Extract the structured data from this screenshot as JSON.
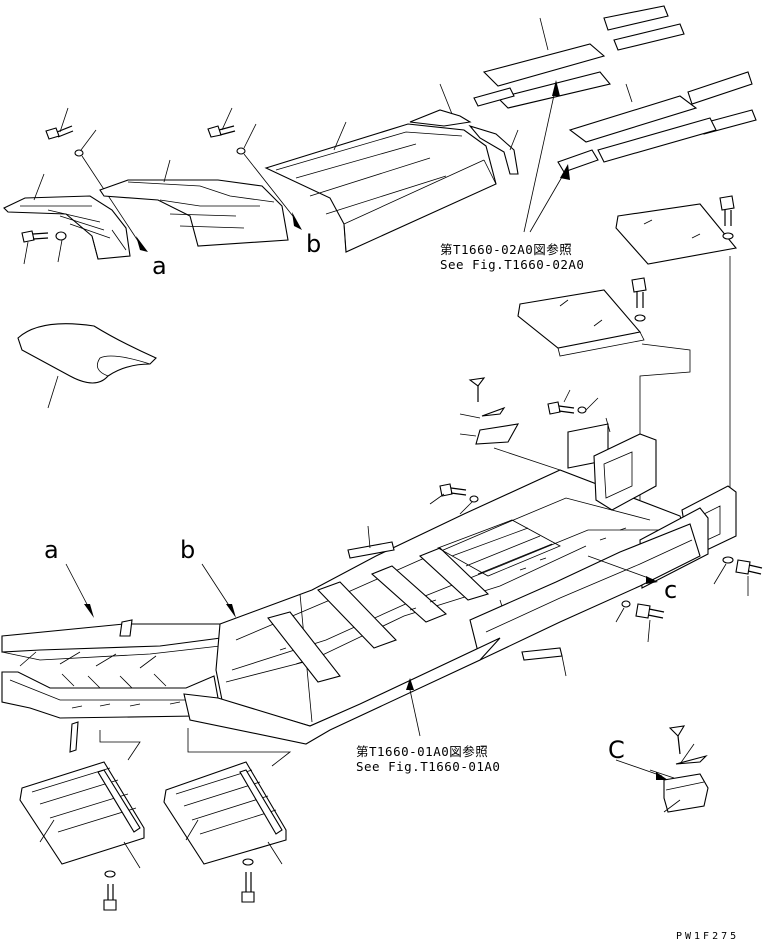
{
  "callouts": {
    "a_top": "a",
    "b_top": "b",
    "a_main": "a",
    "b_main": "b",
    "c_arrow": "c",
    "c_detail": "C"
  },
  "references": {
    "upper_jp": "第T1660-02A0図参照",
    "upper_en": "See Fig.T1660-02A0",
    "lower_jp": "第T1660-01A0図参照",
    "lower_en": "See Fig.T1660-01A0"
  },
  "drawing_code": "PW1F275"
}
